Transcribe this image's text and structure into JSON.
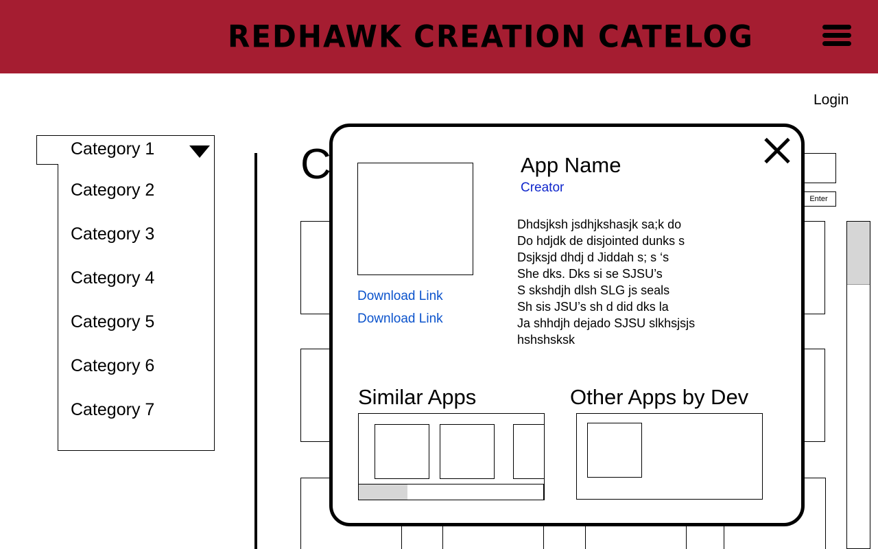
{
  "header": {
    "title": "REDHAWK CREATION CATELOG",
    "menu_icon": "hamburger-menu-icon",
    "background_color": "#a51d31"
  },
  "nav": {
    "login_label": "Login"
  },
  "category_dropdown": {
    "selected": "Category 1",
    "options": [
      "Category 2",
      "Category 3",
      "Category 4",
      "Category 5",
      "Category 6",
      "Category 7"
    ]
  },
  "background": {
    "heading_fragment": "C",
    "enter_label": "Enter"
  },
  "modal": {
    "app_name": "App Name",
    "creator": "Creator",
    "download_links": [
      "Download Link",
      "Download Link"
    ],
    "description_lines": [
      "Dhdsjksh jsdhjkshasjk sa;k do",
      "Do hdjdk de disjointed dunks s",
      "Dsjksjd dhdj d Jiddah s; s ‘s",
      "She dks. Dks si se SJSU’s",
      "S skshdjh dlsh SLG js seals",
      "Sh sis JSU’s sh d did dks la",
      "Ja shhdjh dejado SJSU slkhsjsjs",
      "hshshsksk"
    ],
    "similar_apps_title": "Similar Apps",
    "other_apps_title": "Other Apps by Dev",
    "close_icon": "close-icon",
    "link_color": "#0b53cc"
  }
}
